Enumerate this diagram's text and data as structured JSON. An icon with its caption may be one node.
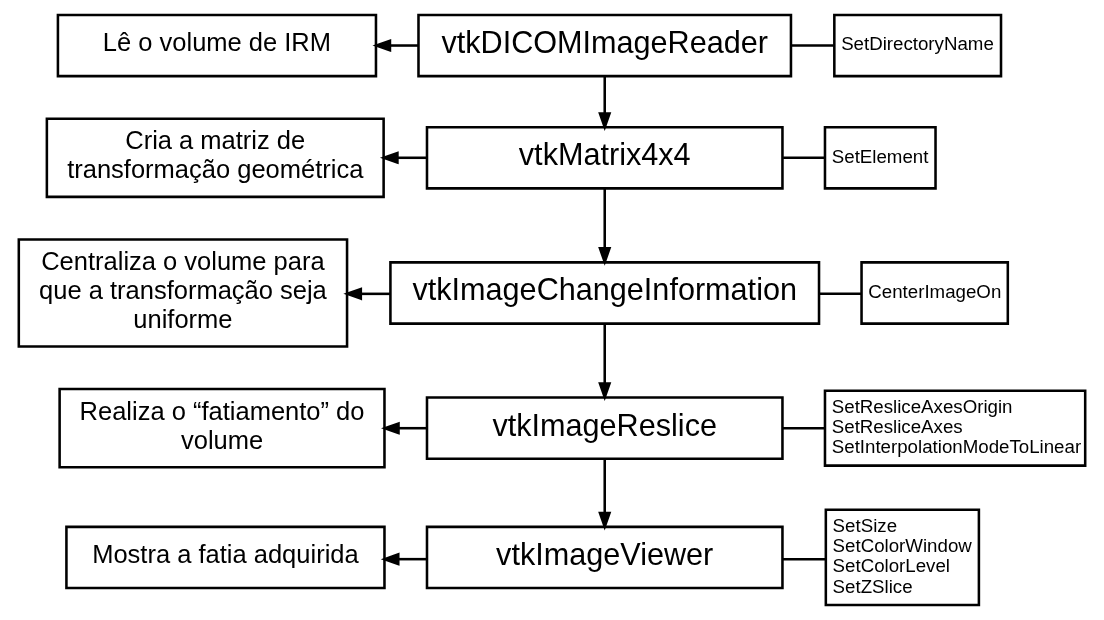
{
  "diagram": {
    "nodes": [
      {
        "text": [
          "Lê o volume de IRM"
        ]
      },
      {
        "text": [
          "vtkDICOMImageReader"
        ]
      },
      {
        "text": [
          "SetDirectoryName"
        ]
      },
      {
        "text": [
          "Cria a matriz de transformação geométrica"
        ]
      },
      {
        "text": [
          "vtkMatrix4x4"
        ]
      },
      {
        "text": [
          "SetElement"
        ]
      },
      {
        "text": [
          "Centraliza o volume para que a transformação seja uniforme"
        ]
      },
      {
        "text": [
          "vtkImageChangeInformation"
        ]
      },
      {
        "text": [
          "CenterImageOn"
        ]
      },
      {
        "text": [
          "Realiza o “fatiamento” do volume"
        ]
      },
      {
        "text": [
          "vtkImageReslice"
        ]
      },
      {
        "text": [
          "SetResliceAxesOrigin",
          "SetResliceAxes",
          "SetInterpolationModeToLinear"
        ]
      },
      {
        "text": [
          "Mostra a fatia adquirida"
        ]
      },
      {
        "text": [
          "vtkImageViewer"
        ]
      },
      {
        "text": [
          "SetSize",
          "SetColorWindow",
          "SetColorLevel",
          "SetZSlice"
        ]
      }
    ],
    "edges": [
      {
        "from": 1,
        "to": 0,
        "arrow": "to"
      },
      {
        "from": 2,
        "to": 1,
        "arrow": "none"
      },
      {
        "from": 1,
        "to": 4,
        "arrow": "to"
      },
      {
        "from": 4,
        "to": 3,
        "arrow": "to"
      },
      {
        "from": 5,
        "to": 4,
        "arrow": "none"
      },
      {
        "from": 4,
        "to": 7,
        "arrow": "to"
      },
      {
        "from": 7,
        "to": 6,
        "arrow": "to"
      },
      {
        "from": 8,
        "to": 7,
        "arrow": "none"
      },
      {
        "from": 7,
        "to": 10,
        "arrow": "to"
      },
      {
        "from": 10,
        "to": 9,
        "arrow": "to"
      },
      {
        "from": 11,
        "to": 10,
        "arrow": "none"
      },
      {
        "from": 10,
        "to": 13,
        "arrow": "to"
      },
      {
        "from": 13,
        "to": 12,
        "arrow": "to"
      },
      {
        "from": 14,
        "to": 13,
        "arrow": "none"
      }
    ]
  }
}
